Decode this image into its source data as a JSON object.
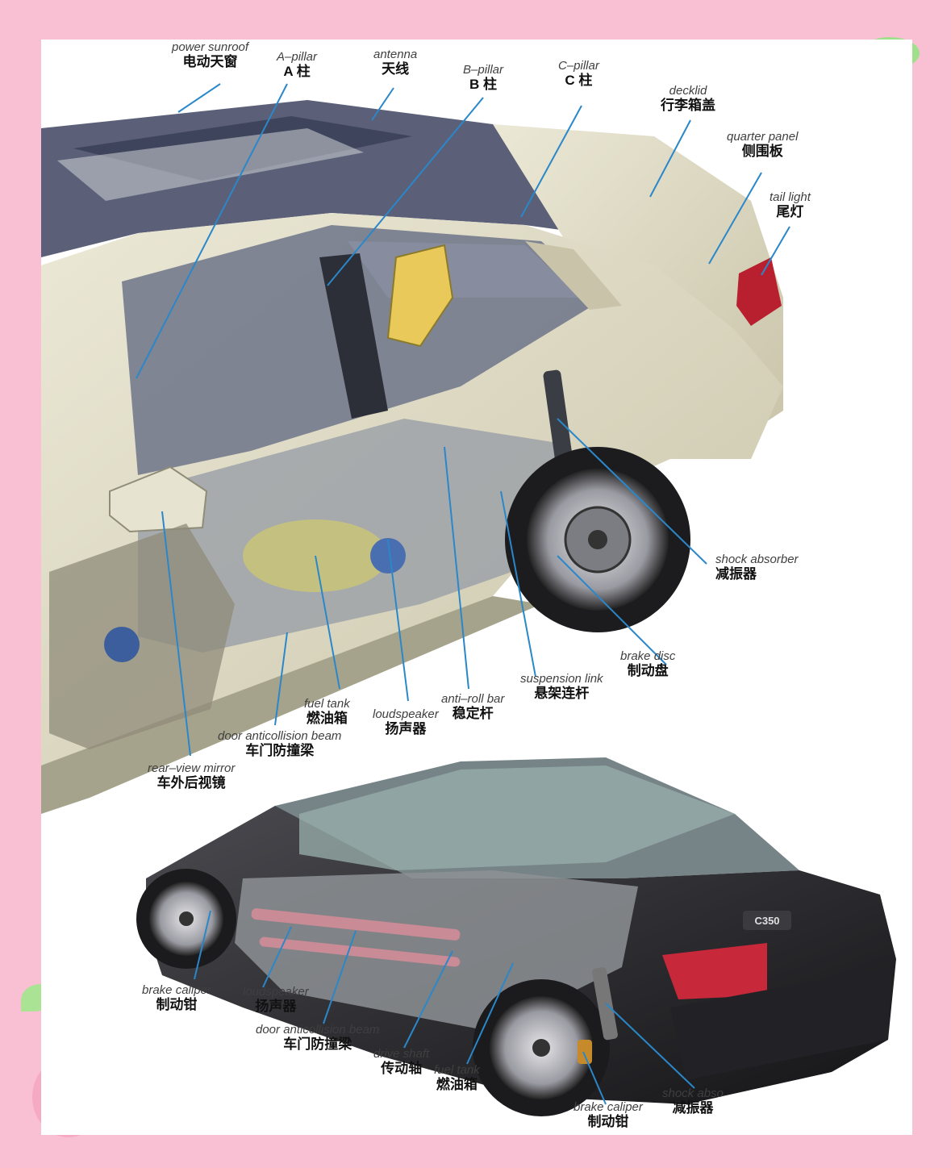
{
  "colors": {
    "page_background": "#f9c0d4",
    "card_background": "#ffffff",
    "leader_line": "#2a87c9",
    "sedan_body": "#dcd8c2",
    "coupe_body": "#2b2b2e"
  },
  "badge": "C350",
  "sedan_labels": [
    {
      "id": "power-sunroof",
      "en": "power sunroof",
      "zh": "电动天窗"
    },
    {
      "id": "a-pillar",
      "en": "A–pillar",
      "zh": "A 柱"
    },
    {
      "id": "antenna",
      "en": "antenna",
      "zh": "天线"
    },
    {
      "id": "b-pillar",
      "en": "B–pillar",
      "zh": "B 柱"
    },
    {
      "id": "c-pillar",
      "en": "C–pillar",
      "zh": "C 柱"
    },
    {
      "id": "decklid",
      "en": "decklid",
      "zh": "行李箱盖"
    },
    {
      "id": "quarter-panel",
      "en": "quarter panel",
      "zh": "侧围板"
    },
    {
      "id": "tail-light",
      "en": "tail light",
      "zh": "尾灯"
    },
    {
      "id": "shock-absorber",
      "en": "shock absorber",
      "zh": "减振器"
    },
    {
      "id": "brake-disc",
      "en": "brake disc",
      "zh": "制动盘"
    },
    {
      "id": "suspension-link",
      "en": "suspension link",
      "zh": "悬架连杆"
    },
    {
      "id": "anti-roll-bar",
      "en": "anti–roll bar",
      "zh": "稳定杆"
    },
    {
      "id": "loudspeaker",
      "en": "loudspeaker",
      "zh": "扬声器"
    },
    {
      "id": "fuel-tank",
      "en": "fuel tank",
      "zh": "燃油箱"
    },
    {
      "id": "door-anticollision-beam",
      "en": "door anticollision beam",
      "zh": "车门防撞梁"
    },
    {
      "id": "rear-view-mirror",
      "en": "rear–view mirror",
      "zh": "车外后视镜"
    }
  ],
  "coupe_labels": [
    {
      "id": "brake-caliper-front",
      "en": "brake caliper",
      "zh": "制动钳"
    },
    {
      "id": "loudspeaker-2",
      "en": "loudspeaker",
      "zh": "扬声器"
    },
    {
      "id": "door-anticollision-beam-2",
      "en": "door anticollision beam",
      "zh": "车门防撞梁"
    },
    {
      "id": "drive-shaft",
      "en": "drive shaft",
      "zh": "传动轴"
    },
    {
      "id": "fuel-tank-2",
      "en": "fuel tank",
      "zh": "燃油箱"
    },
    {
      "id": "brake-caliper-rear",
      "en": "brake caliper",
      "zh": "制动钳"
    },
    {
      "id": "shock-absorber-2",
      "en": "shock abso",
      "zh": "减振器"
    }
  ]
}
